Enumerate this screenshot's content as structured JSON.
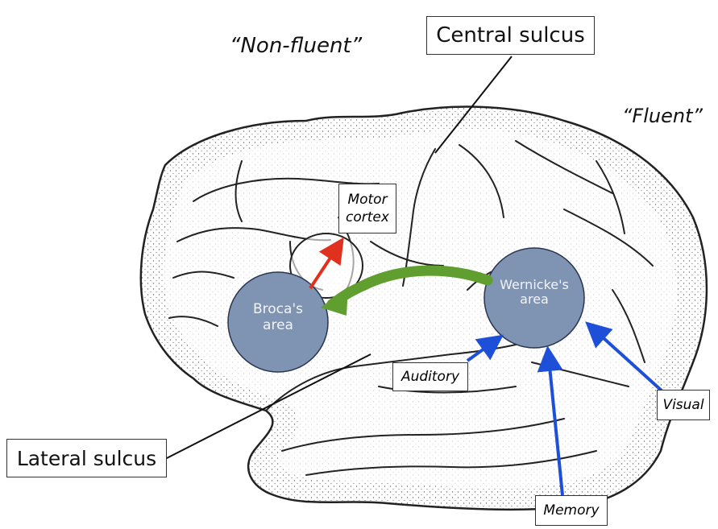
{
  "labels": {
    "non_fluent": "“Non-fluent”",
    "fluent": "“Fluent”",
    "central_sulcus": "Central sulcus",
    "lateral_sulcus": "Lateral sulcus",
    "motor_cortex_line1": "Motor",
    "motor_cortex_line2": "cortex",
    "auditory": "Auditory",
    "visual": "Visual",
    "memory": "Memory"
  },
  "areas": {
    "broca_line1": "Broca's",
    "broca_line2": "area",
    "wernicke_line1": "Wernicke's",
    "wernicke_line2": "area"
  },
  "colors": {
    "area_fill": "#7f93b3",
    "arrow_green": "#5f9e2f",
    "arrow_red": "#e0301e",
    "arrow_blue": "#1e4fd8",
    "brain_stipple": "#555555"
  }
}
